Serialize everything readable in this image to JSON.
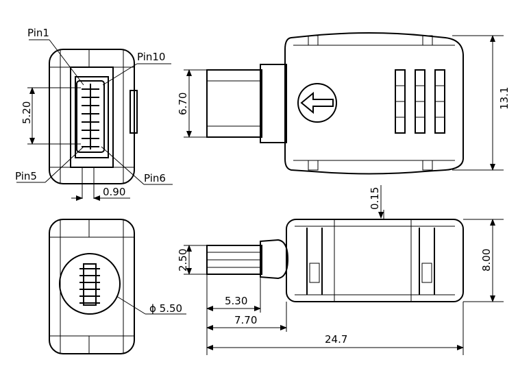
{
  "pin_labels": {
    "pin1": "Pin1",
    "pin10": "Pin10",
    "pin5": "Pin5",
    "pin6": "Pin6"
  },
  "dimensions": {
    "pin_span_height": "5.20",
    "pin_pitch": "0.90",
    "plug_height": "6.70",
    "body_height": "13.1",
    "tab_thickness": "0.15",
    "plug_thickness": "2.50",
    "body_thickness": "8.00",
    "dim_530": "5.30",
    "dim_770": "7.70",
    "overall_length": "24.7",
    "diameter": "ϕ 5.50"
  },
  "colors": {
    "line": "#000000",
    "background": "#ffffff"
  },
  "icons": {
    "direction_arrow": "left-arrow-icon"
  }
}
